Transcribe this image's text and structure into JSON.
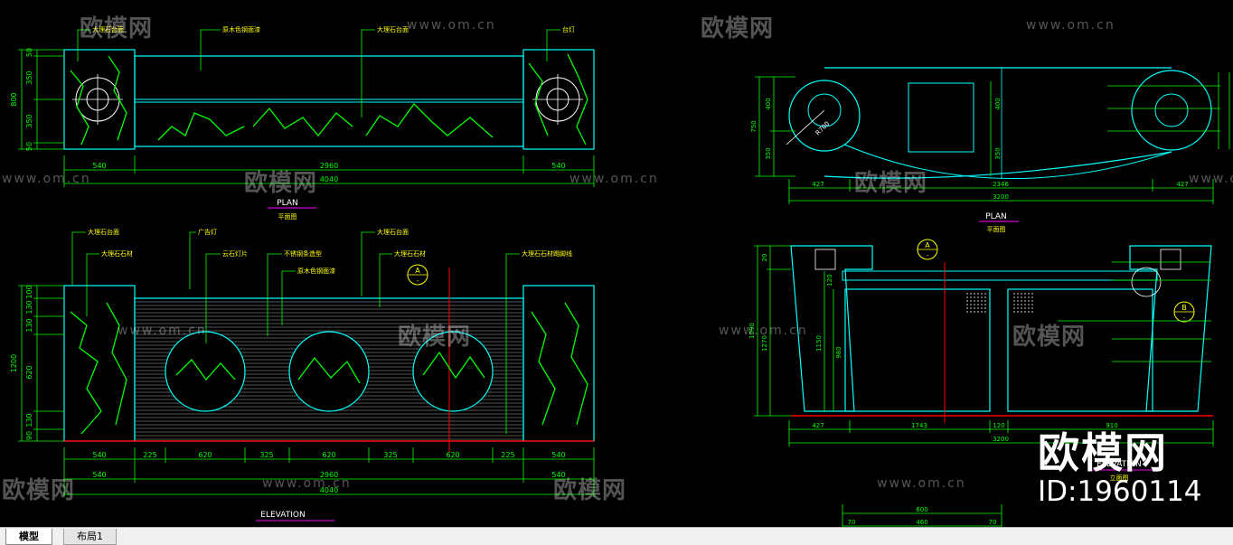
{
  "colors": {
    "background": "#000000",
    "outline": "#00ffff",
    "dimension": "#00ff00",
    "marble": "#00ff00",
    "label": "#ffff00",
    "title_underline": "#ff00ff",
    "center_line": "#ff0000",
    "stripe": "#c0c0c0",
    "watermark": "#ffffff"
  },
  "watermark": {
    "brand": "欧模网",
    "url": "www.om.cn",
    "id": "ID:1960114"
  },
  "tabs": [
    {
      "label": "模型",
      "active": true
    },
    {
      "label": "布局1",
      "active": false
    }
  ],
  "plan_left": {
    "title": "PLAN",
    "subtitle": "平面图",
    "labels": [
      "大理石台面",
      "原木色钢面漆",
      "大理石台面",
      "台灯"
    ],
    "dims_top": [
      "540",
      "2960",
      "540"
    ],
    "dims_total": "4040",
    "dims_side": [
      "50",
      "350",
      "350",
      "50"
    ],
    "dim_side_total": "800"
  },
  "elevation_left": {
    "title": "ELEVATION",
    "labels": [
      "大理石台面",
      "大理石石材",
      "广告灯",
      "云石灯片",
      "不锈钢条造型",
      "原木色钢面漆",
      "大理石台面",
      "大理石石材",
      "大理石石材踢脚线"
    ],
    "section_marks": [
      {
        "letter": "A",
        "num": "-"
      }
    ],
    "dims_row1": [
      "540",
      "225",
      "620",
      "325",
      "620",
      "325",
      "620",
      "225",
      "540"
    ],
    "dims_row2": [
      "540",
      "2960",
      "540"
    ],
    "dims_total": "4040",
    "dims_side": [
      "100",
      "130",
      "130",
      "620",
      "130",
      "90"
    ],
    "dim_side_total": "1200"
  },
  "plan_right": {
    "title": "PLAN",
    "subtitle": "平面图",
    "dims_bottom": [
      "427",
      "2346",
      "427"
    ],
    "dims_total": "3200",
    "dims_side": [
      "400",
      "350"
    ],
    "dim_side_total": "750",
    "dims_inner": [
      "400",
      "350"
    ],
    "dim_r": "R700"
  },
  "elevation_right": {
    "title": "ELEVATION",
    "subtitle": "立面图",
    "section_marks": [
      {
        "letter": "A",
        "num": "-"
      },
      {
        "letter": "B",
        "num": "-"
      }
    ],
    "dims_bottom": [
      "427",
      "1743",
      "120",
      "910"
    ],
    "dims_total": "3200",
    "dims_side": [
      "20",
      "1270"
    ],
    "dim_side_total": "1090",
    "dims_inner": [
      "120",
      "1150",
      "980"
    ],
    "dims_lower": [
      "600",
      "70",
      "460",
      "70"
    ]
  }
}
